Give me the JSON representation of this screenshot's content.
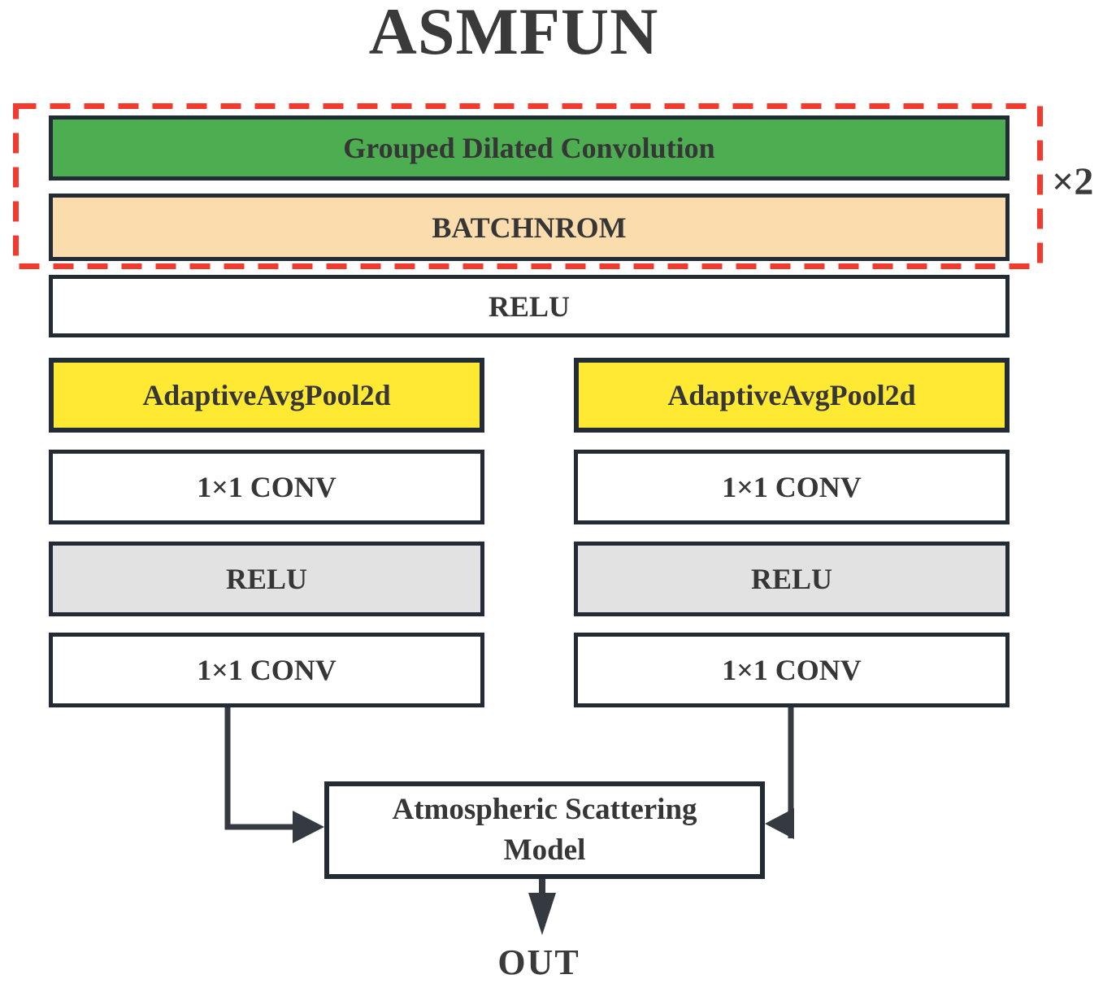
{
  "title": "ASMFUN",
  "repeat_label": "×2",
  "out_label": "OUT",
  "pipeline": {
    "grouped_dilated_conv": "Grouped Dilated Convolution",
    "batchnorm": "BATCHNROM",
    "relu": "RELU"
  },
  "left_branch": {
    "pool": "AdaptiveAvgPool2d",
    "conv1": "1×1 CONV",
    "relu": "RELU",
    "conv2": "1×1 CONV"
  },
  "right_branch": {
    "pool": "AdaptiveAvgPool2d",
    "conv1": "1×1 CONV",
    "relu": "RELU",
    "conv2": "1×1 CONV"
  },
  "asm": {
    "line1": "Atmospheric Scattering",
    "line2": "Model"
  },
  "colors": {
    "grouped_conv_green": "#4cae50",
    "batchnorm_orange": "#fbdcad",
    "pool_yellow": "#ffe933",
    "relu_gray": "#e2e2e2",
    "dashed_border_red": "#f23b2f",
    "box_border": "#232b35",
    "text": "#363636",
    "arrow": "#343a40"
  }
}
